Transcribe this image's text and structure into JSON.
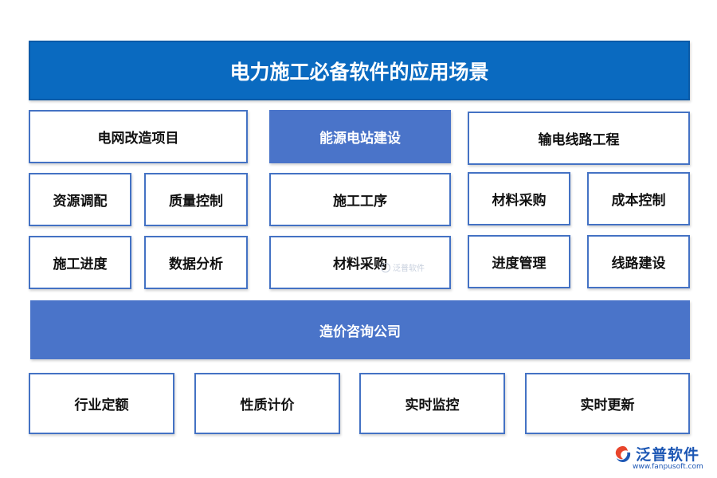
{
  "title": "电力施工必备软件的应用场景",
  "columns": {
    "left": {
      "header": "电网改造项目",
      "items": [
        "资源调配",
        "质量控制",
        "施工进度",
        "数据分析"
      ]
    },
    "center": {
      "header": "能源电站建设",
      "items": [
        "施工工序",
        "材料采购"
      ]
    },
    "right": {
      "header": "输电线路工程",
      "items": [
        "材料采购",
        "成本控制",
        "进度管理",
        "线路建设"
      ]
    }
  },
  "middle_bar": "造价咨询公司",
  "bottom_items": [
    "行业定额",
    "性质计价",
    "实时监控",
    "实时更新"
  ],
  "watermark": "泛普软件",
  "logo": {
    "name": "泛普软件",
    "url": "www.fanpusoft.com"
  },
  "colors": {
    "title_bg": "#0a6ac0",
    "accent": "#4472c4",
    "filled_bg": "#4a74c9",
    "logo": "#1d57b4"
  }
}
